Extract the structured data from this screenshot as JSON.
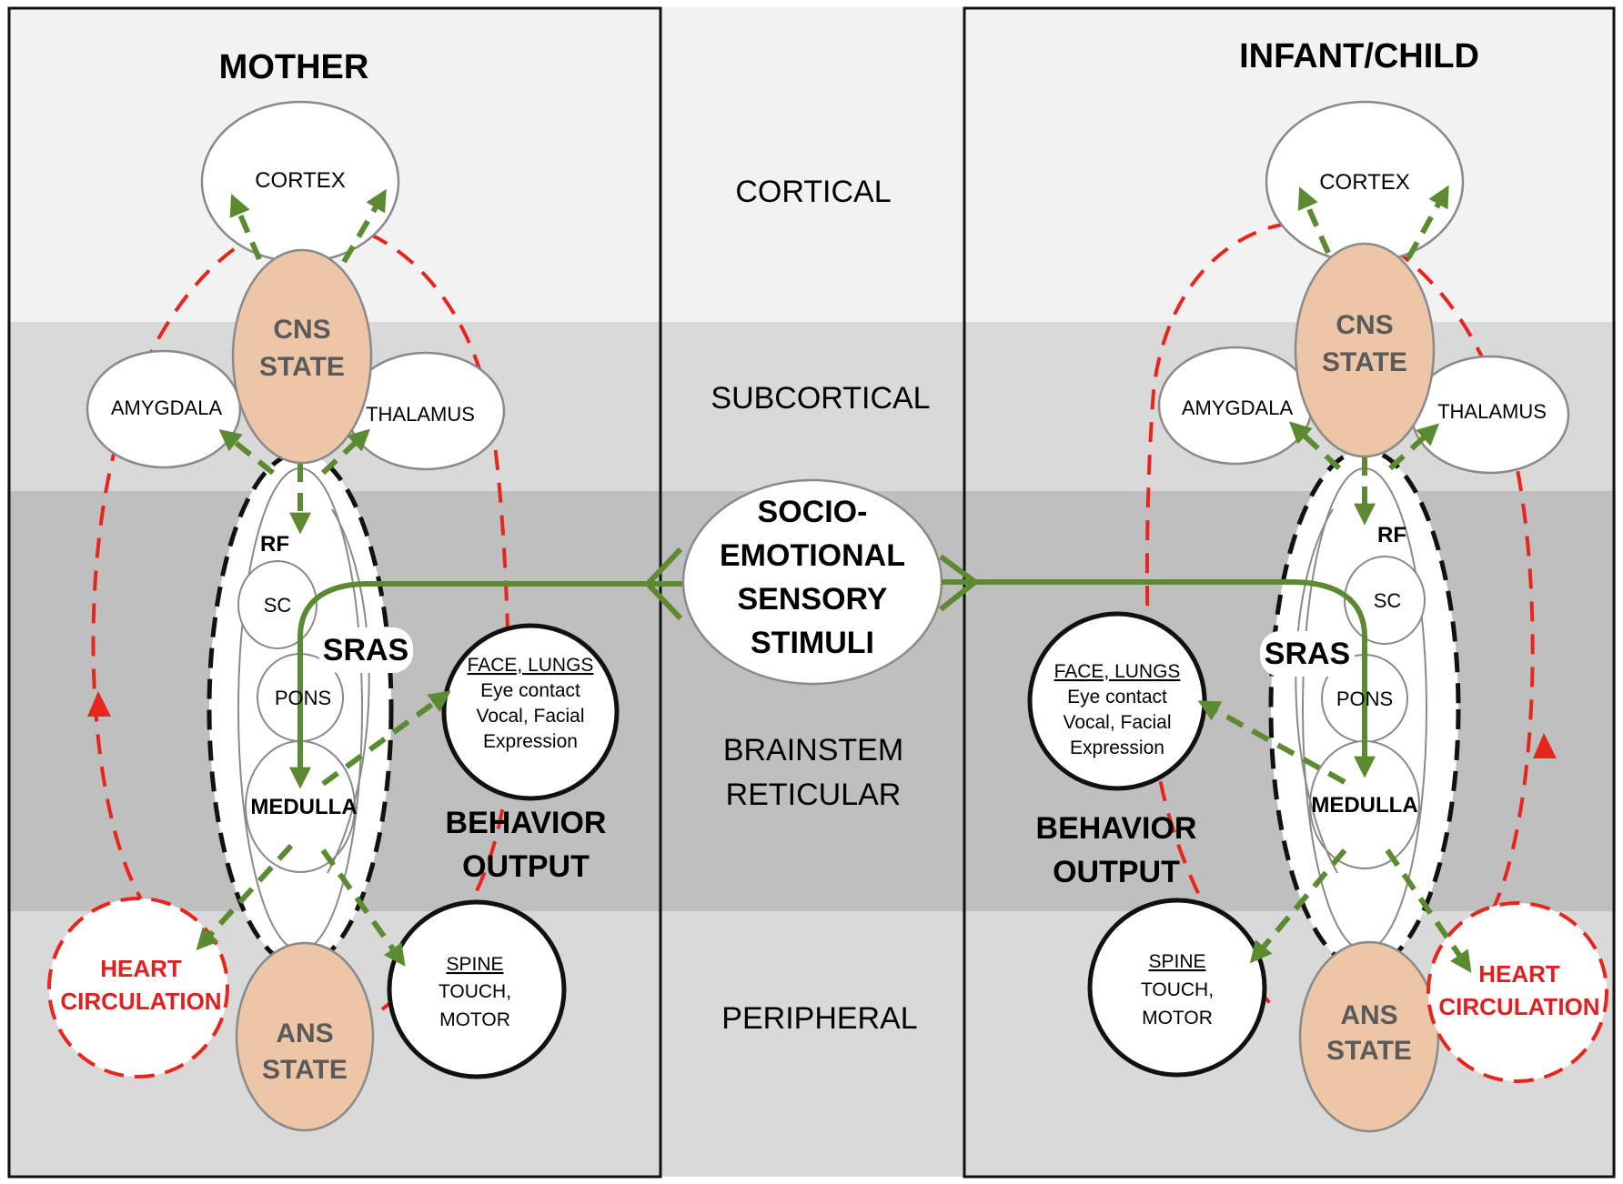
{
  "levels": {
    "cortical": "CORTICAL",
    "subcortical": "SUBCORTICAL",
    "brainstem_line1": "BRAINSTEM",
    "brainstem_line2": "RETICULAR",
    "peripheral": "PERIPHERAL"
  },
  "stimuli": {
    "line1": "SOCIO-",
    "line2": "EMOTIONAL",
    "line3": "SENSORY",
    "line4": "STIMULI"
  },
  "mother": {
    "title": "MOTHER",
    "cortex": "CORTEX",
    "cns_line1": "CNS",
    "cns_line2": "STATE",
    "amygdala": "AMYGDALA",
    "thalamus": "THALAMUS",
    "rf": "RF",
    "sc": "SC",
    "sras": "SRAS",
    "pons": "PONS",
    "medulla": "MEDULLA",
    "face_title": "FACE, LUNGS",
    "face_line1": "Eye contact",
    "face_line2": "Vocal, Facial",
    "face_line3": "Expression",
    "behavior_line1": "BEHAVIOR",
    "behavior_line2": "OUTPUT",
    "spine_title": "SPINE",
    "spine_line1": "TOUCH,",
    "spine_line2": "MOTOR",
    "heart_line1": "HEART",
    "heart_line2": "CIRCULATION",
    "ans_line1": "ANS",
    "ans_line2": "STATE"
  },
  "infant": {
    "title": "INFANT/CHILD",
    "cortex": "CORTEX",
    "cns_line1": "CNS",
    "cns_line2": "STATE",
    "amygdala": "AMYGDALA",
    "thalamus": "THALAMUS",
    "rf": "RF",
    "sc": "SC",
    "sras": "SRAS",
    "pons": "PONS",
    "medulla": "MEDULLA",
    "face_title": "FACE, LUNGS",
    "face_line1": "Eye contact",
    "face_line2": "Vocal, Facial",
    "face_line3": "Expression",
    "behavior_line1": "BEHAVIOR",
    "behavior_line2": "OUTPUT",
    "spine_title": "SPINE",
    "spine_line1": "TOUCH,",
    "spine_line2": "MOTOR",
    "heart_line1": "HEART",
    "heart_line2": "CIRCULATION",
    "ans_line1": "ANS",
    "ans_line2": "STATE"
  },
  "colors": {
    "band_cortical": "#f2f2f2",
    "band_subcortical": "#d9d9d9",
    "band_brainstem": "#bfbfbf",
    "band_peripheral": "#d9d9d9",
    "state_fill": "#ecc6a6",
    "green": "#5c8a30",
    "red": "#e8251c"
  }
}
